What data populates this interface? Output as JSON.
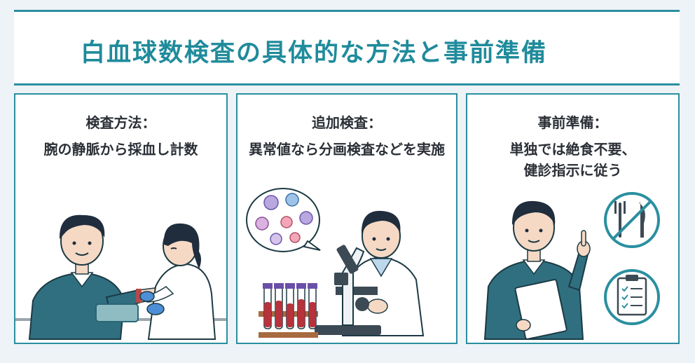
{
  "title": "白血球数検査の具体的な方法と事前準備",
  "panels": [
    {
      "heading": "検査方法：",
      "lines": [
        "腕の静脈から採血し計数"
      ]
    },
    {
      "heading": "追加検査：",
      "lines": [
        "異常値なら分画検査などを実施"
      ]
    },
    {
      "heading": "事前準備：",
      "lines": [
        "単独では絶食不要、",
        "健診指示に従う"
      ]
    }
  ],
  "colors": {
    "accent": "#2a8fa0",
    "title": "#1f8b9b",
    "sweater": "#2f6f80",
    "hair": "#1f2d3d",
    "text": "#2b2f36"
  },
  "icons": [
    "no-food-icon",
    "clipboard-checklist-icon"
  ]
}
